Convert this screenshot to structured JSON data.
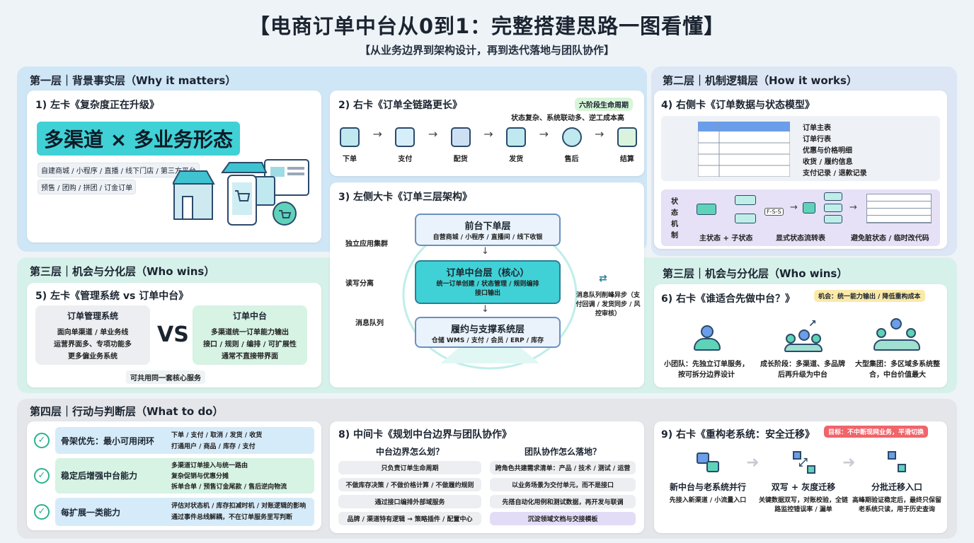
{
  "header": {
    "title": "【电商订单中台从0到1：完整搭建思路一图看懂】",
    "subtitle": "【从业务边界到架构设计，再到迭代落地与团队协作】"
  },
  "layer1": {
    "title": "第一层｜背景事实层（Why it matters）"
  },
  "layer2": {
    "title": "第二层｜机制逻辑层（How it works）"
  },
  "layer3_left": {
    "title": "第三层｜机会与分化层（Who wins）"
  },
  "layer3_right": {
    "title": "第三层｜机会与分化层（Who wins）"
  },
  "layer4": {
    "title": "第四层｜行动与判断层（What to do）"
  },
  "card1": {
    "title": "1) 左卡《复杂度正在升级》",
    "banner": "多渠道 × 多业务形态",
    "chips1": "自建商城 / 小程序 / 直播 / 线下门店 / 第三方平台",
    "chips2": "预售 / 团购 / 拼团 / 订金订单"
  },
  "card2": {
    "title": "2) 右卡《订单全链路更长》",
    "badge": "六阶段生命周期",
    "note": "状态复杂、系统联动多、逆工成本高",
    "steps": [
      "下单",
      "支付",
      "配货",
      "发货",
      "售后",
      "结算"
    ]
  },
  "card3": {
    "title": "3) 左侧大卡《订单三层架构》",
    "top_title": "前台下单层",
    "top_sub": "自营商城 / 小程序 / 直播间 / 线下收银",
    "mid_title": "订单中台层（核心）",
    "mid_sub1": "统一订单创建 / 状态管理 / 规则编排",
    "mid_sub2": "接口输出",
    "bot_title": "履约与支撑系统层",
    "bot_sub": "仓储 WMS / 支付 / 会员 / ERP / 库存",
    "left1": "独立应用集群",
    "left2": "读写分离",
    "left3": "消息队列",
    "right_note": "消息队列削峰异步（支付回调 / 发货同步 / 风控审核）"
  },
  "card4": {
    "title": "4) 右侧卡《订单数据与状态模型》",
    "labels": [
      "订单主表",
      "订单行表",
      "优惠与价格明细",
      "收货 / 履约信息",
      "支付记录 / 退款记录"
    ],
    "side": "状态机制",
    "tag": "F-S-S",
    "cap1": "主状态 + 子状态",
    "cap2": "显式状态流转表",
    "cap3": "避免脏状态 / 临时改代码"
  },
  "card5": {
    "title": "5) 左卡《管理系统 vs 订单中台》",
    "lt": "订单管理系统",
    "l1": "面向单渠道 / 单业务线",
    "l2": "运营界面多、专项功能多",
    "l3": "更多偏业务系统",
    "vs": "VS",
    "rt": "订单中台",
    "r1": "多渠道统一订单能力输出",
    "r2": "接口 / 规则 / 编排 / 可扩展性",
    "r3": "通常不直接带界面",
    "note": "可共用同一套核心服务"
  },
  "card6": {
    "title": "6) 右卡《谁适合先做中台？》",
    "badge": "机会：统一能力输出 / 降低重构成本",
    "a": "小团队：先独立订单服务，按可拆分边界设计",
    "b": "成长阶段：多渠道、多品牌后再升级为中台",
    "c": "大型集团：多区域多系统整合，中台价值最大"
  },
  "card7": {
    "rows": [
      {
        "title": "骨架优先：最小可用闭环",
        "d1": "下单 / 支付 / 取消 / 发货 / 收货",
        "d2": "打通用户 / 商品 / 库存 / 支付"
      },
      {
        "title": "稳定后增强中台能力",
        "d1": "多渠道订单接入与统一路由",
        "d2": "复杂促销与优惠分摊",
        "d3": "拆单合单 / 预售订金尾款 / 售后逆向物流"
      },
      {
        "title": "每扩展一类能力",
        "d1": "评估对状态机 / 库存扣减时机 / 对账逻辑的影响",
        "d2": "通过事件总线解耦，不在订单服务里写判断"
      }
    ]
  },
  "card8": {
    "title": "8) 中间卡《规划中台边界与团队协作》",
    "q1": "中台边界怎么划？",
    "q2": "团队协作怎么落地？",
    "l": [
      "只负责订单生命周期",
      "不做库存决策 / 不做价格计算 / 不做履约规则",
      "通过接口编排外部域服务",
      "品牌 / 渠道特有逻辑 → 策略插件 / 配置中心"
    ],
    "r": [
      "跨角色共建需求清单：产品 / 技术 / 测试 / 运营",
      "以业务场景为交付单元，而不是接口",
      "先搭自动化用例和测试数据，再开发与联调",
      "沉淀领域文档与交接模板"
    ]
  },
  "card9": {
    "title": "9) 右卡《重构老系统：安全迁移》",
    "badge": "目标：不中断现网业务，平滑切换",
    "s1t": "新中台与老系统并行",
    "s1d": "先接入新渠道 / 小流量入口",
    "s2t": "双写 + 灰度迁移",
    "s2d": "关键数据双写，对账校验，全链路监控错误率 / 漏单",
    "s3t": "分批迁移入口",
    "s3d": "高峰期验证稳定后，最终只保留老系统只读，用于历史查询"
  }
}
